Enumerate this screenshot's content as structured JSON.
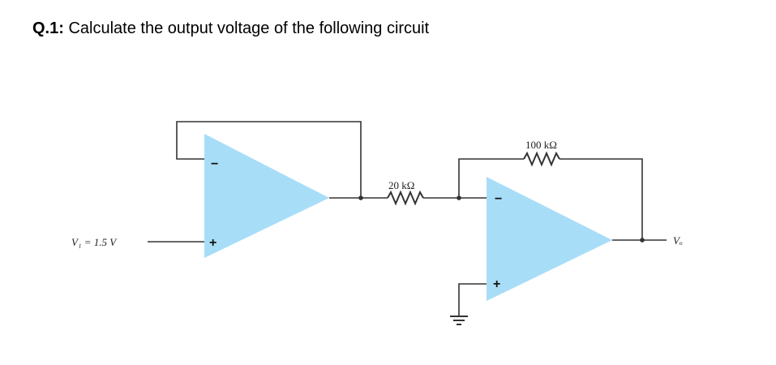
{
  "question": {
    "number": "Q.1:",
    "text": "Calculate the output voltage of the following circuit"
  },
  "circuit": {
    "input_label": "V₁ = 1.5 V",
    "r1_label": "20 kΩ",
    "rf_label": "100 kΩ",
    "output_label": "Vₒ",
    "opamp1": {
      "inverting_sign": "−",
      "noninverting_sign": "+"
    },
    "opamp2": {
      "inverting_sign": "−",
      "noninverting_sign": "+"
    },
    "colors": {
      "opamp_fill": "#A8DDF7",
      "wire": "#333333"
    }
  }
}
